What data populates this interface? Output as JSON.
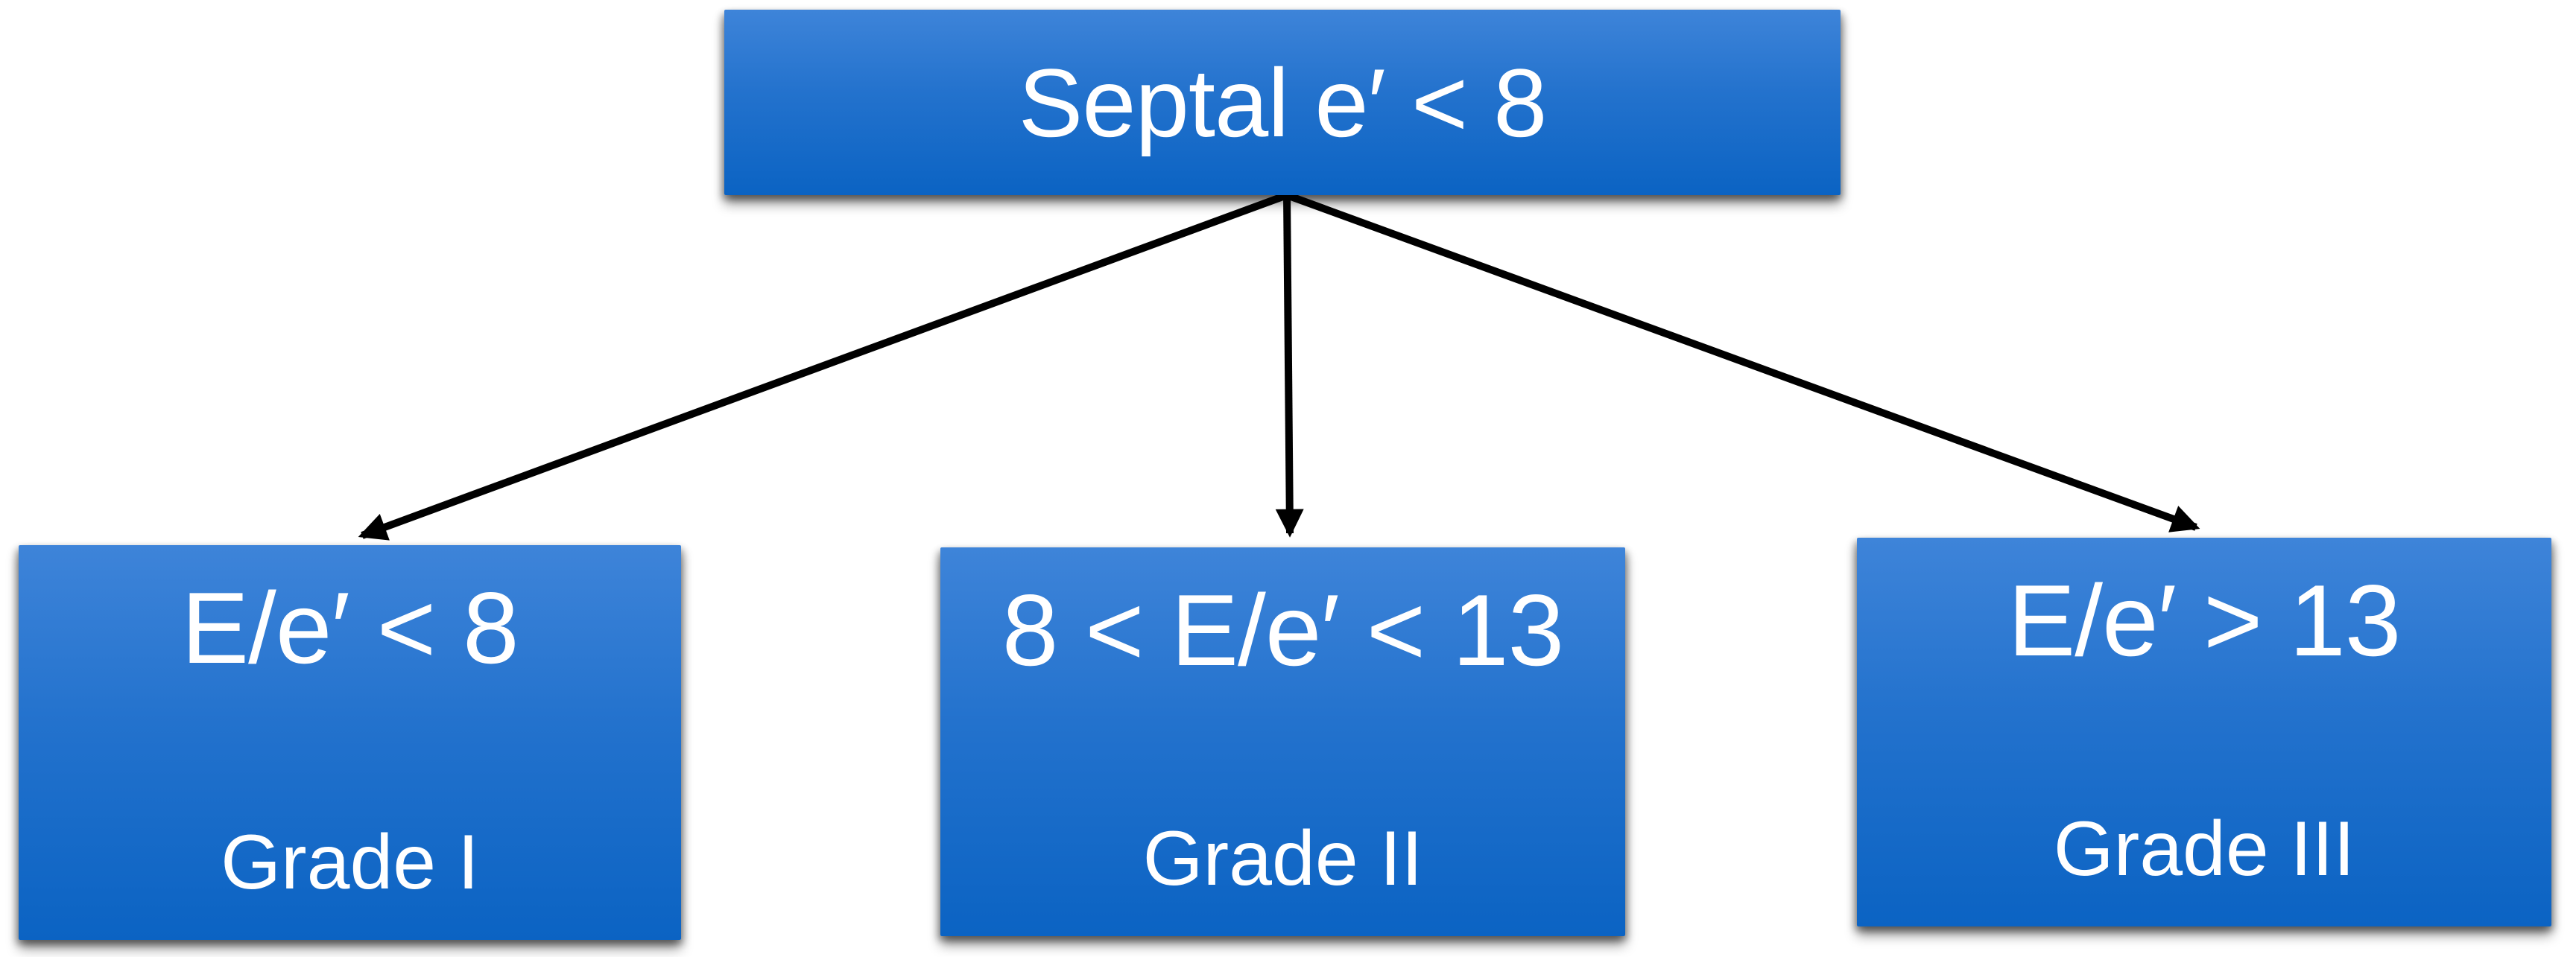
{
  "figure": {
    "type": "flowchart",
    "background_color": "#ffffff",
    "node_fill_top": "#3e84d9",
    "node_fill_bottom": "#0b63c3",
    "node_text_color": "#ffffff",
    "arrow_color": "#000000",
    "root": {
      "label": "Septal e′ < 8"
    },
    "children": [
      {
        "condition": "E/e′ < 8",
        "grade": "Grade I"
      },
      {
        "condition": "8 < E/e′ < 13",
        "grade": "Grade II"
      },
      {
        "condition": "E/e′ > 13",
        "grade": "Grade III"
      }
    ]
  }
}
